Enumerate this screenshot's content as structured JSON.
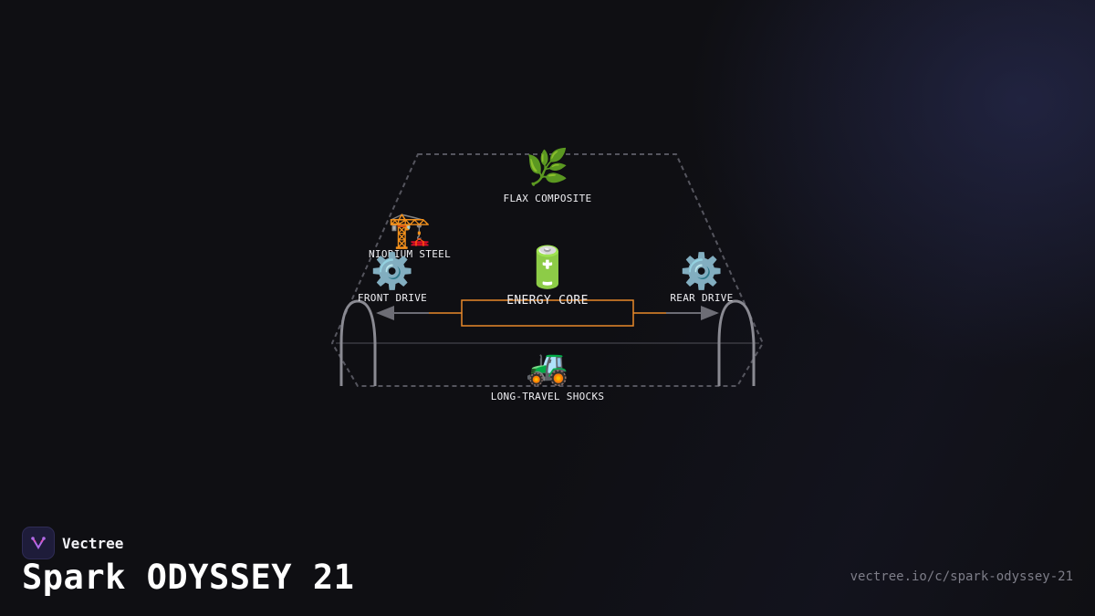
{
  "diagram": {
    "nodes": {
      "flax": {
        "label": "FLAX COMPOSITE",
        "icon": "🌿",
        "icon_name": "herb-icon"
      },
      "niobium": {
        "label": "NIOBIUM STEEL",
        "icon": "🏗️",
        "icon_name": "crane-icon"
      },
      "front_drive": {
        "label": "FRONT DRIVE",
        "icon": "⚙️",
        "icon_name": "gear-icon"
      },
      "rear_drive": {
        "label": "REAR DRIVE",
        "icon": "⚙️",
        "icon_name": "gear-icon"
      },
      "core": {
        "label": "ENERGY CORE",
        "icon": "🔋",
        "icon_name": "battery-icon"
      },
      "shocks": {
        "label": "LONG-TRAVEL SHOCKS",
        "icon": "🚜",
        "icon_name": "tractor-icon"
      }
    },
    "colors": {
      "frame": "#55555e",
      "core_box": "#e8892a",
      "arrow": "#6d6d75",
      "wheel": "#8a8a92"
    }
  },
  "footer": {
    "brand": "Vectree",
    "title": "Spark ODYSSEY 21",
    "url": "vectree.io/c/spark-odyssey-21"
  }
}
